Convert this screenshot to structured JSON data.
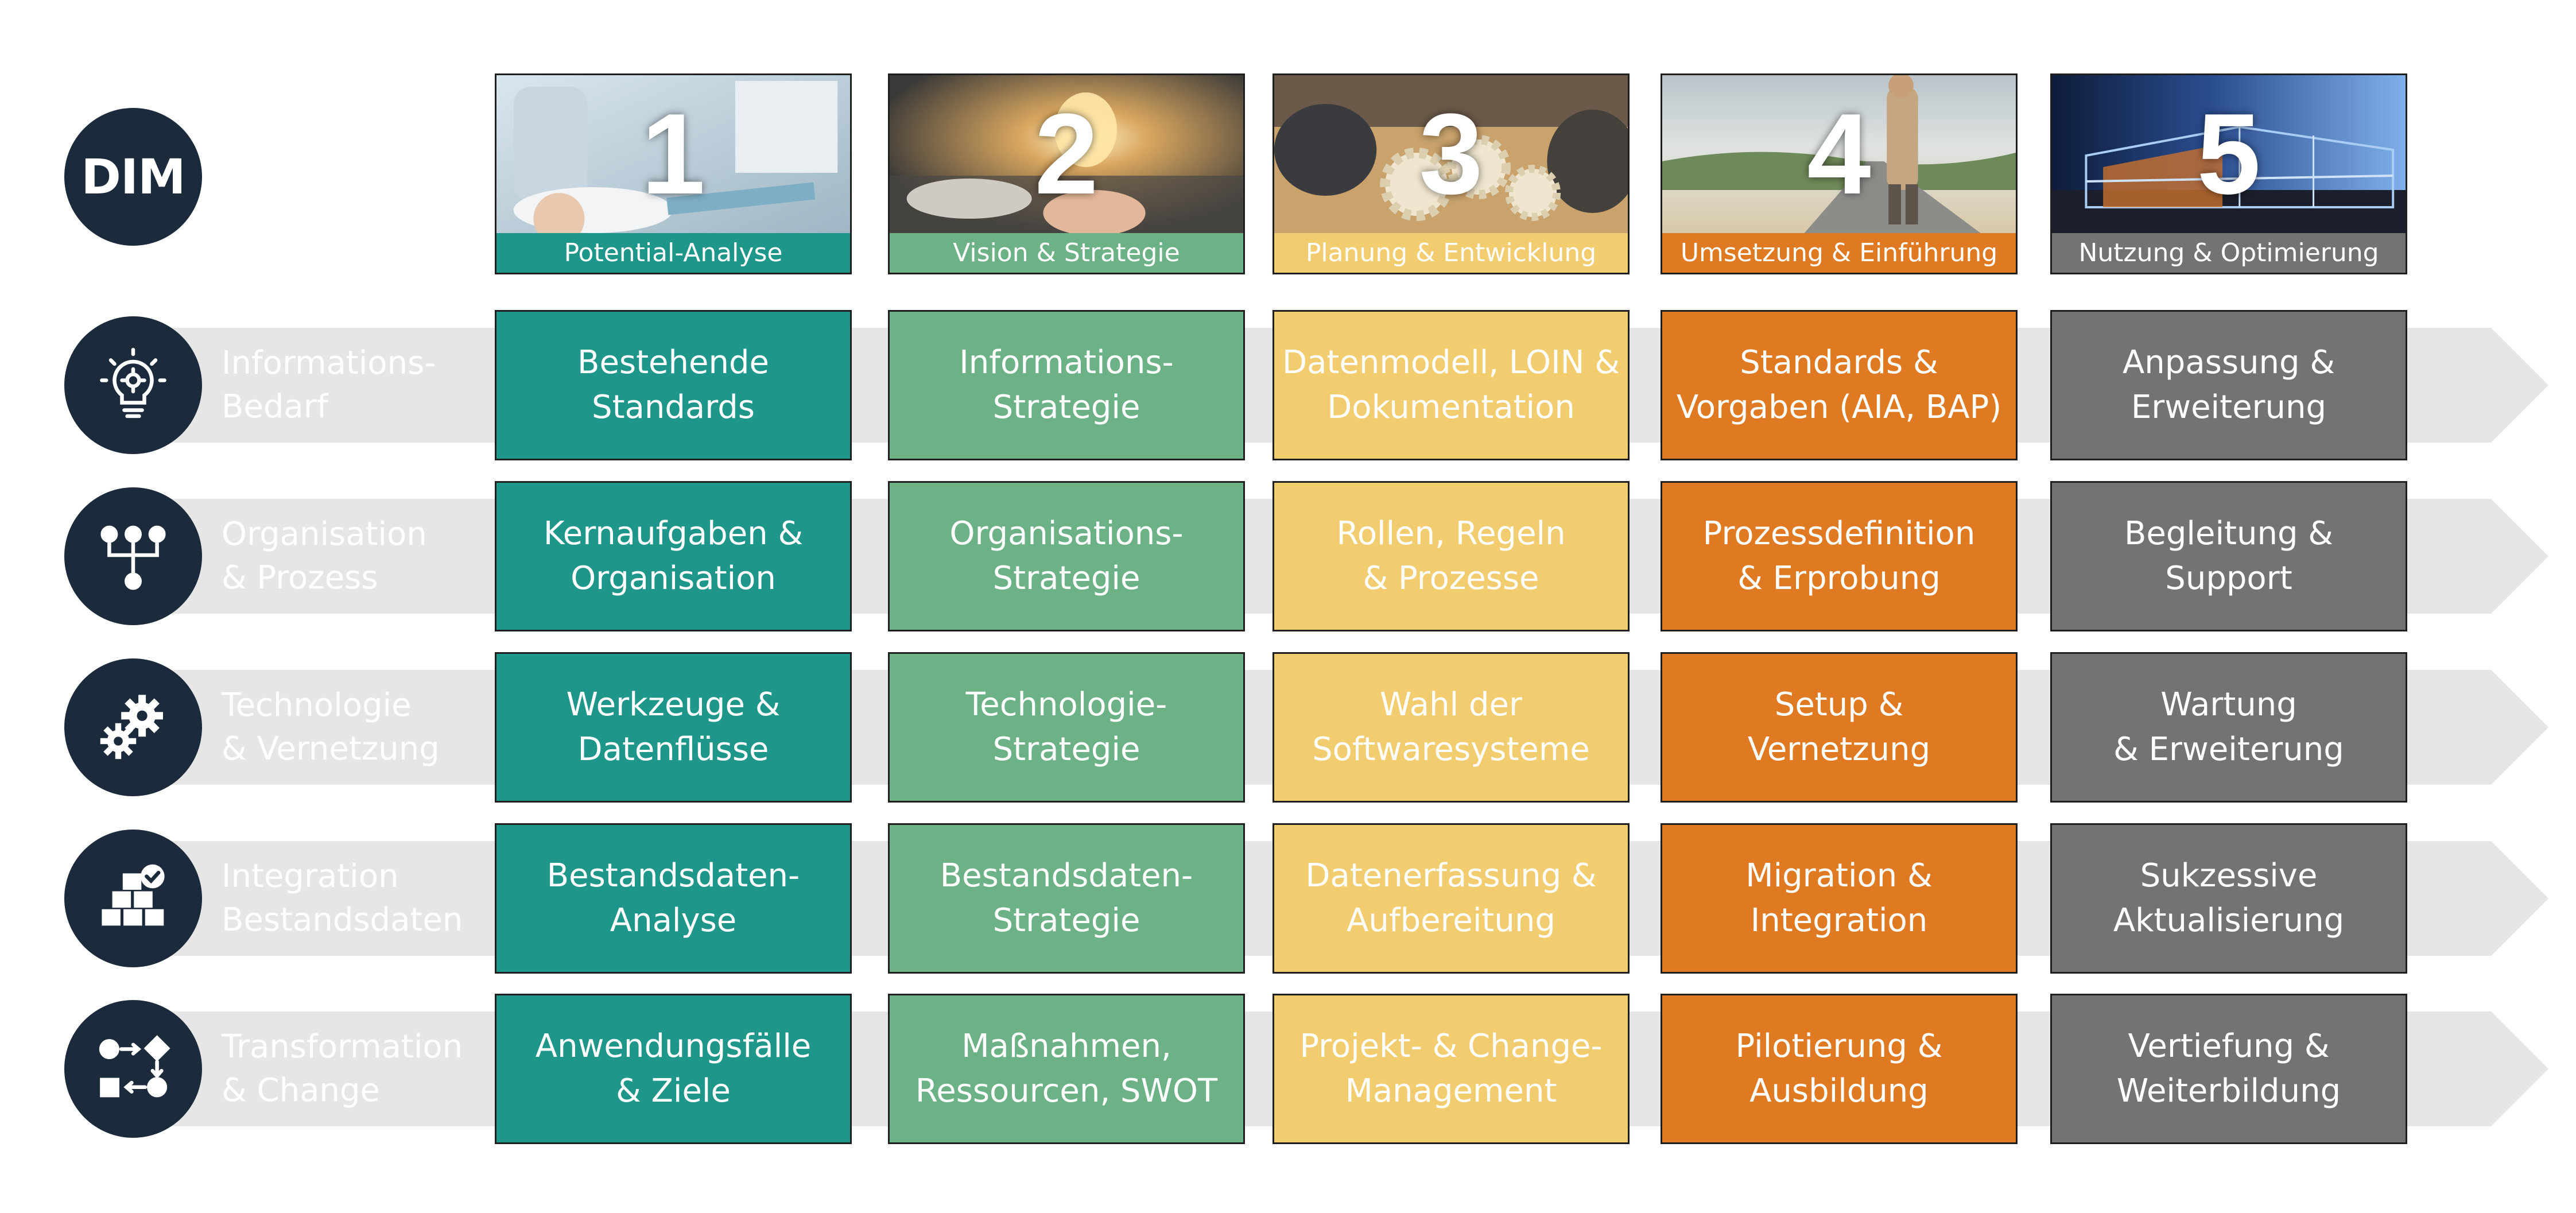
{
  "badge": "DIM",
  "colors": {
    "navy": "#1c2b3c",
    "teal": "#1f968a",
    "green": "#6db287",
    "yellow": "#f2cd70",
    "orange": "#e07a22",
    "gray": "#737373",
    "arrow": "#e6e6e6"
  },
  "phases": [
    {
      "number": "1",
      "label": "Potential-Analyse",
      "color": "#1f968a"
    },
    {
      "number": "2",
      "label": "Vision & Strategie",
      "color": "#6db287"
    },
    {
      "number": "3",
      "label": "Planung & Entwicklung",
      "color": "#f2cd70"
    },
    {
      "number": "4",
      "label": "Umsetzung & Einführung",
      "color": "#e07a22"
    },
    {
      "number": "5",
      "label": "Nutzung & Optimierung",
      "color": "#737373"
    }
  ],
  "rows": [
    {
      "label": "Informations-\nBedarf",
      "icon": "lightbulb-gear-icon",
      "cells": [
        "Bestehende\nStandards",
        "Informations-\nStrategie",
        "Datenmodell, LOIN &\nDokumentation",
        "Standards &\nVorgaben (AIA, BAP)",
        "Anpassung &\nErweiterung"
      ]
    },
    {
      "label": "Organisation\n& Prozess",
      "icon": "org-chart-icon",
      "cells": [
        "Kernaufgaben &\nOrganisation",
        "Organisations-\nStrategie",
        "Rollen, Regeln\n& Prozesse",
        "Prozessdefinition\n& Erprobung",
        "Begleitung &\nSupport"
      ]
    },
    {
      "label": "Technologie\n& Vernetzung",
      "icon": "gears-icon",
      "cells": [
        "Werkzeuge &\nDatenflüsse",
        "Technologie-\nStrategie",
        "Wahl der\nSoftwaresysteme",
        "Setup &\nVernetzung",
        "Wartung\n& Erweiterung"
      ]
    },
    {
      "label": "Integration\nBestandsdaten",
      "icon": "boxes-check-icon",
      "cells": [
        "Bestandsdaten-\nAnalyse",
        "Bestandsdaten-\nStrategie",
        "Datenerfassung &\nAufbereitung",
        "Migration &\nIntegration",
        "Sukzessive\nAktualisierung"
      ]
    },
    {
      "label": "Transformation\n& Change",
      "icon": "workflow-icon",
      "cells": [
        "Anwendungsfälle\n& Ziele",
        "Maßnahmen,\nRessourcen, SWOT",
        "Projekt- & Change-\nManagement",
        "Pilotierung &\nAusbildung",
        "Vertiefung &\nWeiterbildung"
      ]
    }
  ]
}
